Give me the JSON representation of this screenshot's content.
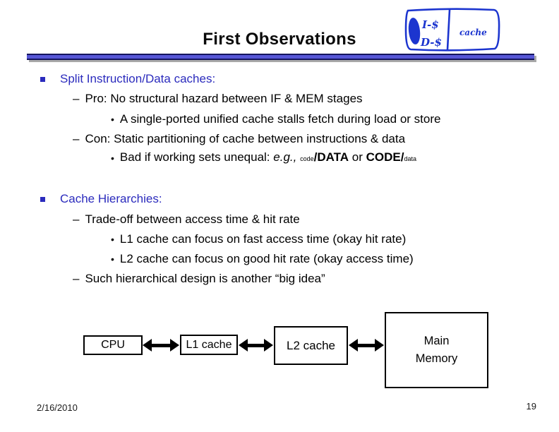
{
  "slide": {
    "title": "First Observations",
    "date": "2/16/2010",
    "page_number": "19"
  },
  "bullets": {
    "dash": "–",
    "dot": "•"
  },
  "content": {
    "section1": {
      "heading": "Split Instruction/Data caches:",
      "pro": "Pro: No structural hazard between IF & MEM stages",
      "pro_sub": "A single-ported unified cache stalls fetch during load or store",
      "con": "Con: Static partitioning of cache between instructions & data",
      "con_sub": {
        "prefix": "Bad if working sets unequal: ",
        "eg": "e.g., ",
        "code_small": "code",
        "data_bold": "/DATA",
        "or": " or ",
        "code_bold": "CODE/",
        "data_small": "data"
      }
    },
    "section2": {
      "heading": "Cache Hierarchies:",
      "tradeoff": "Trade-off between access time & hit rate",
      "l1_line": "L1 cache can focus on fast access time (okay hit rate)",
      "l2_line": "L2 cache can focus on good hit rate (okay access time)",
      "design": "Such hierarchical design is another “big idea”"
    }
  },
  "diagram": {
    "cpu": "CPU",
    "l1": "L1 cache",
    "l2": "L2 cache",
    "mm_line1": "Main",
    "mm_line2": "Memory"
  },
  "sketch": {
    "label_i": "I-$",
    "label_d": "D-$",
    "label_cache": "cache"
  },
  "colors": {
    "heading_blue": "#2b2bbd",
    "rule_fill": "#5656d6",
    "rule_edge": "#15155e",
    "ink_blue": "#1c35cf",
    "body_text": "#000000"
  }
}
